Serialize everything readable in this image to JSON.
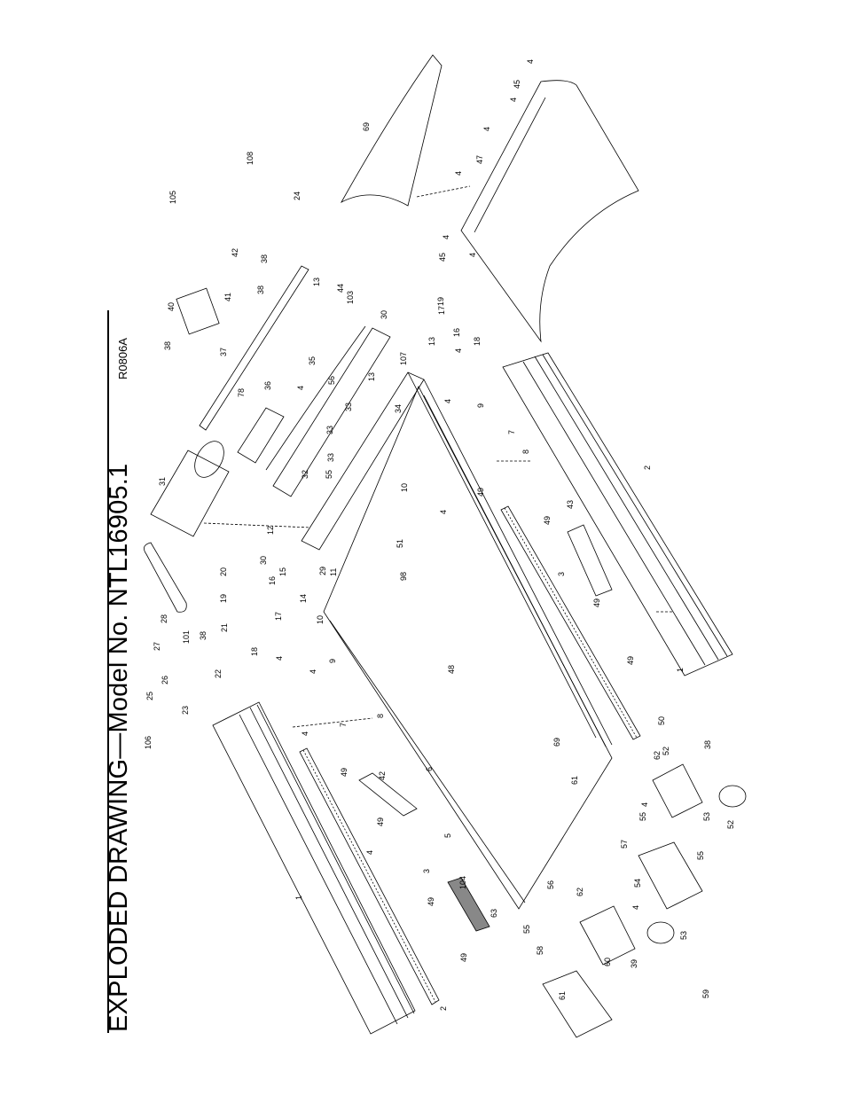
{
  "title": "EXPLODED DRAWING—Model No. NTL16905.1",
  "drawing_code": "R0806A",
  "part_labels": [
    "1",
    "1",
    "2",
    "2",
    "3",
    "3",
    "4",
    "4",
    "4",
    "4",
    "4",
    "4",
    "4",
    "4",
    "4",
    "4",
    "4",
    "4",
    "4",
    "4",
    "4",
    "4",
    "5",
    "6",
    "7",
    "7",
    "8",
    "8",
    "9",
    "9",
    "10",
    "10",
    "11",
    "12",
    "13",
    "13",
    "13",
    "14",
    "15",
    "16",
    "16",
    "17",
    "17",
    "18",
    "18",
    "19",
    "19",
    "20",
    "21",
    "22",
    "23",
    "24",
    "25",
    "26",
    "27",
    "28",
    "29",
    "30",
    "30",
    "31",
    "32",
    "33",
    "33",
    "33",
    "34",
    "35",
    "36",
    "37",
    "38",
    "38",
    "38",
    "38",
    "38",
    "39",
    "40",
    "41",
    "42",
    "42",
    "43",
    "44",
    "45",
    "45",
    "47",
    "48",
    "49",
    "49",
    "49",
    "49",
    "49",
    "49",
    "49",
    "49",
    "50",
    "51",
    "52",
    "52",
    "53",
    "53",
    "54",
    "55",
    "55",
    "55",
    "55",
    "56",
    "56",
    "57",
    "58",
    "59",
    "60",
    "61",
    "61",
    "62",
    "62",
    "63",
    "69",
    "69",
    "78",
    "98",
    "101",
    "103",
    "104",
    "105",
    "106",
    "107",
    "108"
  ]
}
